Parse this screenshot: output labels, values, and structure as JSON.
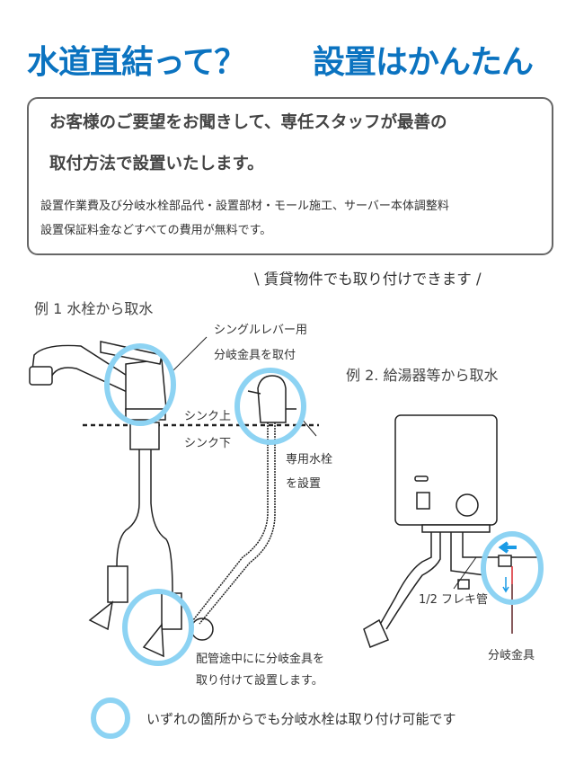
{
  "header": {
    "title_left": "水道直結って？",
    "title_right": "設置はかんたん"
  },
  "info_box": {
    "lead_line1": "お客様のご要望をお聞きして、専任スタッフが最善の",
    "lead_line2": "取付方法で設置いたします。",
    "note_line1": "設置作業費及び分岐水栓部品代・設置部材・モール施工、サーバー本体調整料",
    "note_line2": "設置保証料金などすべての費用が無料です。"
  },
  "tagline": "\\ 賃貸物件でも取り付けできます /",
  "example1": {
    "heading": "例 1 水栓から取水",
    "lever_label_line1": "シングルレバー用",
    "lever_label_line2": "分岐金具を取付",
    "sink_top": "シンク上",
    "sink_bottom": "シンク下",
    "faucet_label_line1": "専用水栓",
    "faucet_label_line2": "を設置",
    "pipe_label_line1": "配管途中にに分岐金具を",
    "pipe_label_line2": "取り付けて設置します。"
  },
  "example2": {
    "heading": "例 2. 給湯器等から取水",
    "flex_pipe_label": "1/2 フレキ管",
    "branch_label": "分岐金具"
  },
  "legend": {
    "text": "いずれの箇所からでも分岐水栓は取り付け可能です"
  },
  "colors": {
    "title_blue": "#0b73c0",
    "circle_blue": "#8dd3f3",
    "arrow_blue": "#1a9be6",
    "pipe_red": "#d9262c"
  }
}
